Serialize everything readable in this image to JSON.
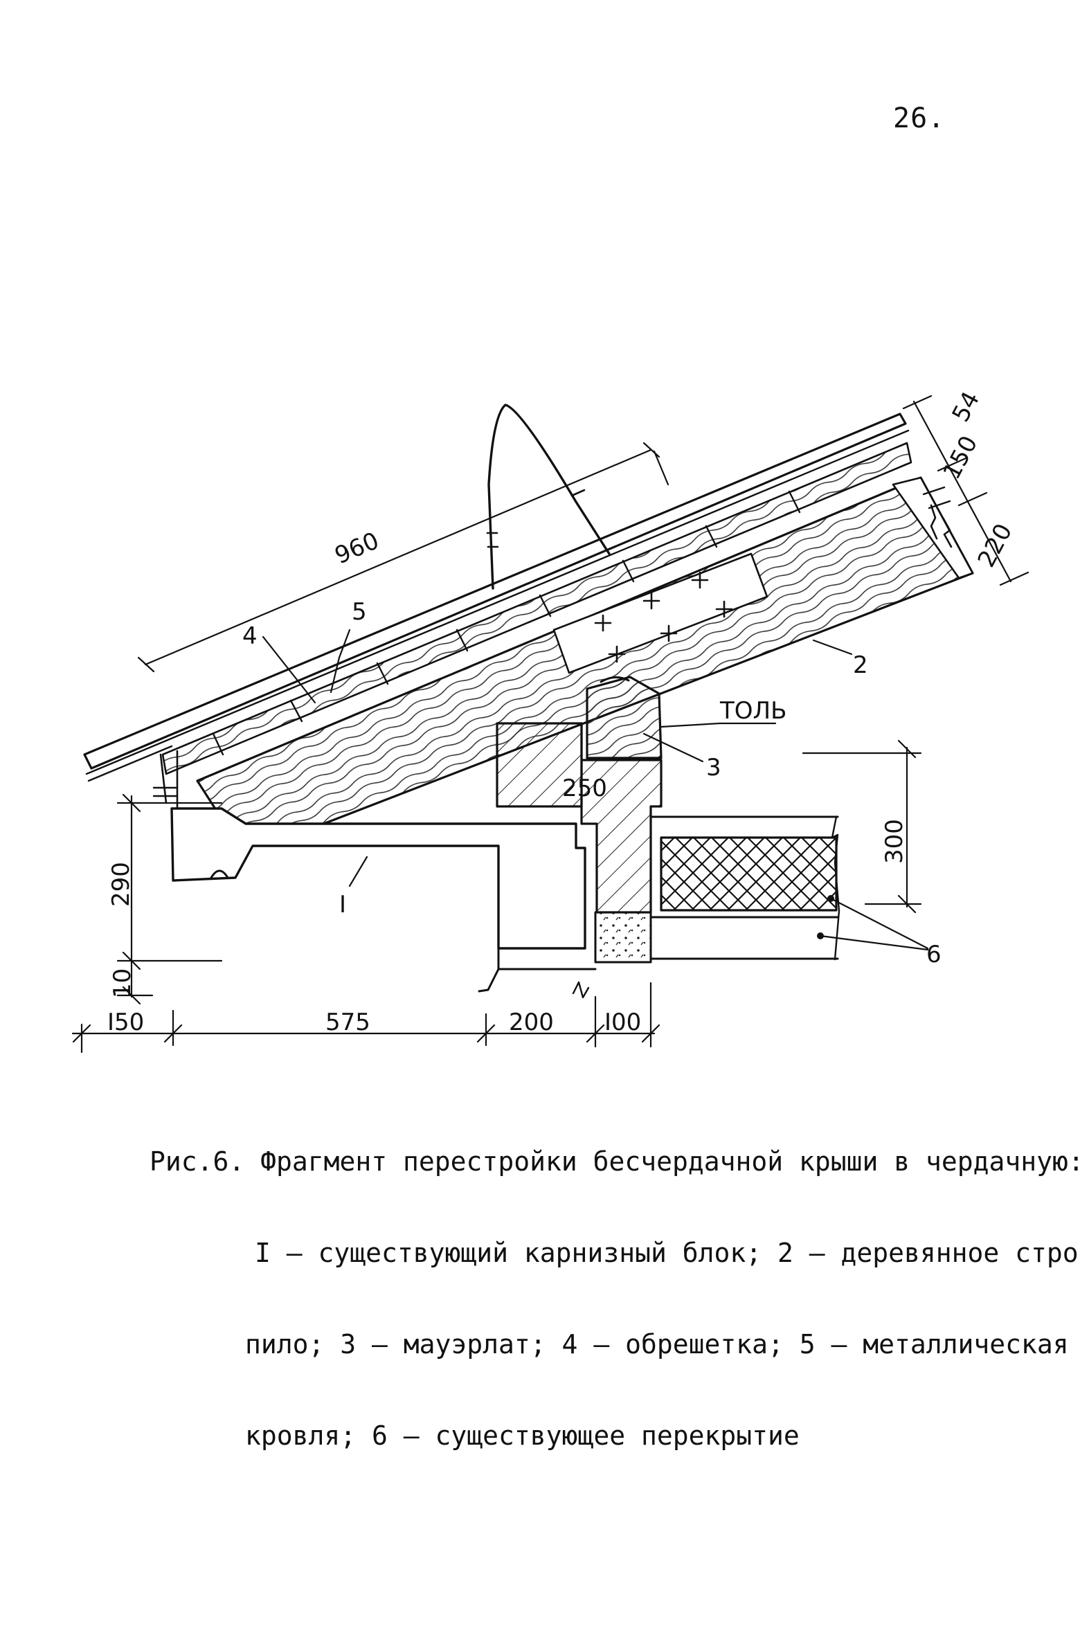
{
  "page_number": "26.",
  "callouts": {
    "c1": "I",
    "c2": "2",
    "c3": "3",
    "c4": "4",
    "c5": "5",
    "c6": "6",
    "tol": "ТОЛЬ"
  },
  "dimensions": {
    "d960": "960",
    "d150": "150",
    "d54": "54",
    "d220": "220",
    "d250": "250",
    "d300": "300",
    "d290": "290",
    "d10": "10",
    "b150": "I50",
    "b575": "575",
    "b200": "200",
    "b100": "I00"
  },
  "caption": {
    "title": "Рис.6. Фрагмент перестройки бесчердачной крыши в чердачную:",
    "line1": "I – существующий карнизный блок; 2 – деревянное стро-",
    "line2": "пило; 3 – мауэрлат; 4 – обрешетка; 5 – металлическая",
    "line3": "кровля; 6 – существующее перекрытие"
  }
}
